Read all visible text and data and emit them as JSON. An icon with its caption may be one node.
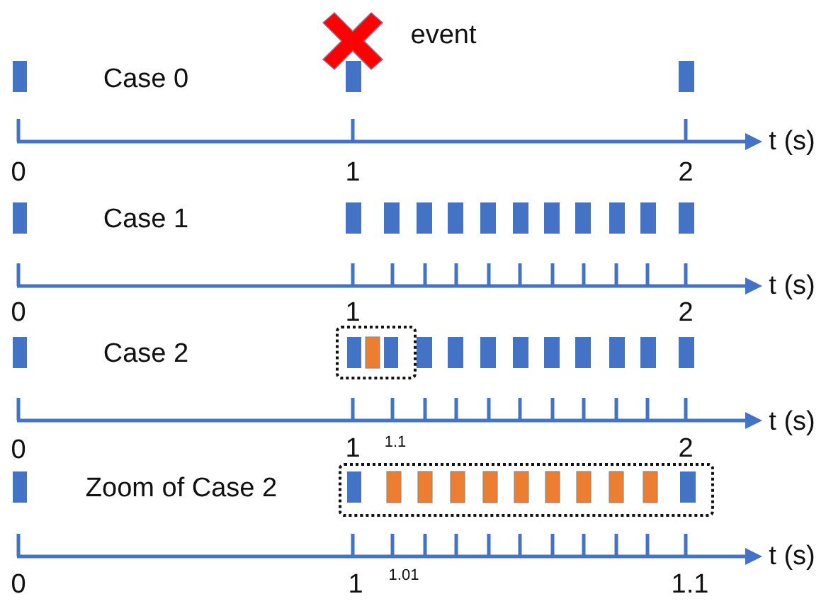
{
  "diagram": {
    "labels": [
      "event",
      "Case 0",
      "t (s)",
      "0",
      "1",
      "2",
      "Case 1",
      "t (s)",
      "0",
      "1",
      "2",
      "Case 2",
      "t (s)",
      "0",
      "1",
      "1.1",
      "2",
      "Zoom of Case 2",
      "t (s)",
      "0",
      "1",
      "1.01",
      "1.1"
    ]
  }
}
